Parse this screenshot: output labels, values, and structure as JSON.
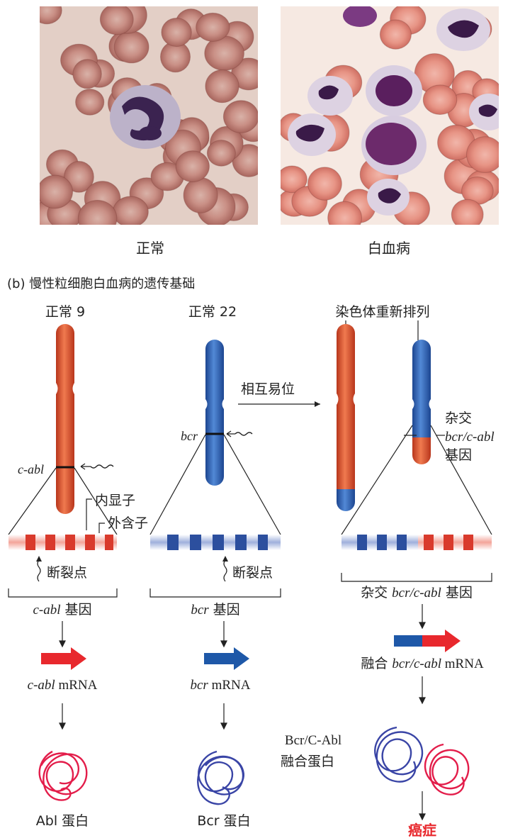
{
  "photos": {
    "left_caption": "正常",
    "right_caption": "白血病"
  },
  "section_title": "(b) 慢性粒细胞白血病的遗传基础",
  "chromosomes": {
    "normal9_label": "正常 9",
    "normal22_label": "正常 22",
    "rearranged_label": "染色体重新排列",
    "translocation_label": "相互易位",
    "c_abl_label": "c-abl",
    "bcr_label": "bcr",
    "hybrid_label_line1": "杂交",
    "hybrid_label_line2": "bcr/c-abl",
    "hybrid_label_line3": "基因"
  },
  "genes": {
    "intron_label": "内显子",
    "exon_label": "外含子",
    "breakpoint_label_left": "断裂点",
    "breakpoint_label_mid": "断裂点",
    "c_abl_gene_italic": "c-abl",
    "c_abl_gene_suffix": " 基因",
    "bcr_gene_italic": "bcr",
    "bcr_gene_suffix": " 基因",
    "hybrid_gene_prefix": "杂交 ",
    "hybrid_gene_italic": "bcr/c-abl",
    "hybrid_gene_suffix": " 基因"
  },
  "mrna": {
    "c_abl_italic": "c-abl",
    "c_abl_suffix": " mRNA",
    "bcr_italic": "bcr",
    "bcr_suffix": " mRNA",
    "fusion_prefix": "融合 ",
    "fusion_italic": "bcr/c-abl",
    "fusion_suffix": " mRNA"
  },
  "proteins": {
    "abl_label": "Abl 蛋白",
    "bcr_label": "Bcr 蛋白",
    "fusion_line1": "Bcr/C-Abl",
    "fusion_line2": "融合蛋白",
    "cancer_label": "癌症"
  },
  "colors": {
    "chr9_red": "#e2562f",
    "chr22_blue": "#2f62b5",
    "arrow_red": "#e8282d",
    "arrow_blue": "#1e58a8",
    "protein_red": "#e31d4a",
    "protein_blue": "#3a45a6",
    "cancer_text": "#e8282d"
  }
}
